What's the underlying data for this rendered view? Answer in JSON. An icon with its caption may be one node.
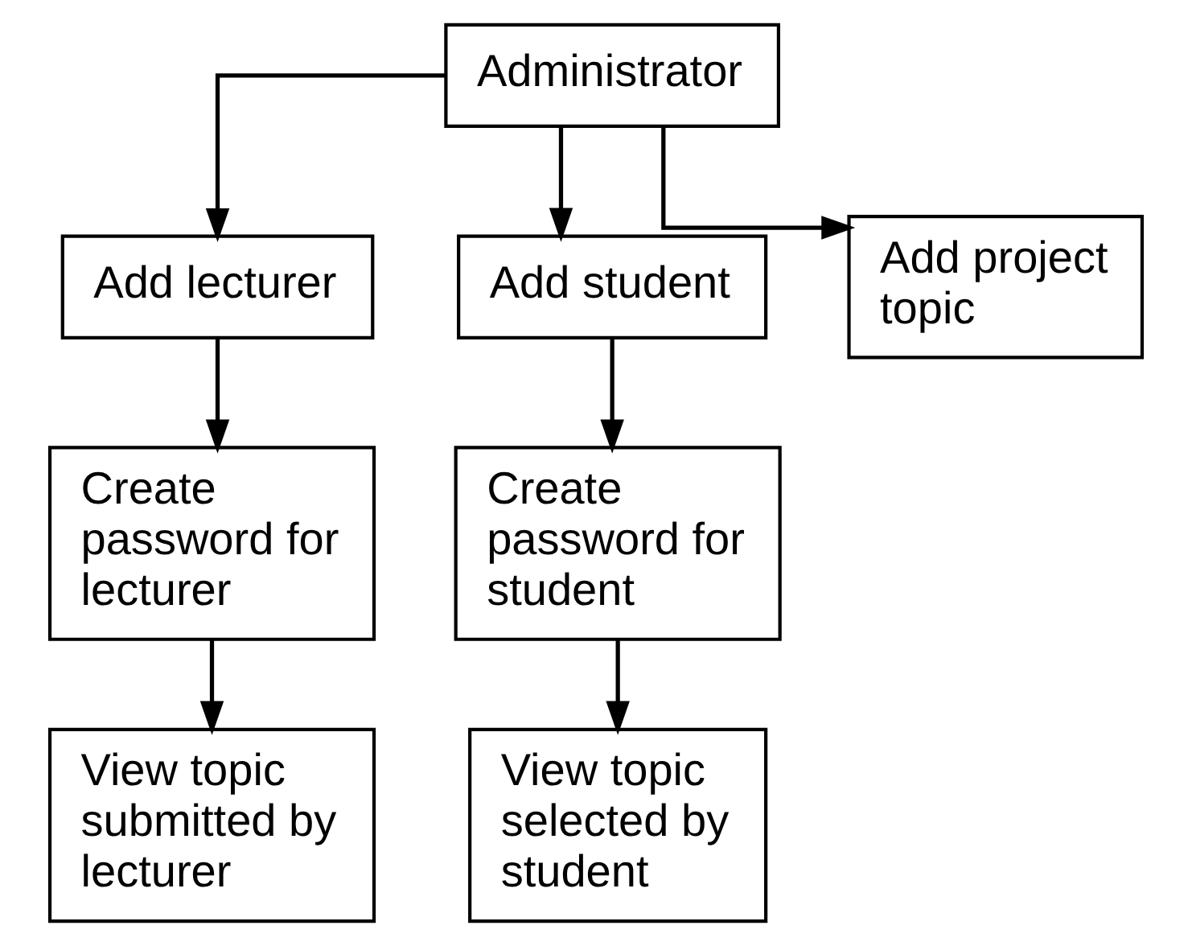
{
  "diagram": {
    "nodes": [
      {
        "text": [
          "Administrator"
        ]
      },
      {
        "text": [
          "Add lecturer"
        ]
      },
      {
        "text": [
          "Add student"
        ]
      },
      {
        "text": [
          "Add project topic"
        ]
      },
      {
        "text": [
          "Create password for lecturer"
        ]
      },
      {
        "text": [
          "Create password for student"
        ]
      },
      {
        "text": [
          "View topic submitted by lecturer"
        ]
      },
      {
        "text": [
          "View topic selected by student"
        ]
      }
    ],
    "edges": [
      {
        "from": 0,
        "to": 1,
        "arrow": "to"
      },
      {
        "from": 0,
        "to": 2,
        "arrow": "to"
      },
      {
        "from": 0,
        "to": 3,
        "arrow": "to"
      },
      {
        "from": 1,
        "to": 4,
        "arrow": "to"
      },
      {
        "from": 2,
        "to": 5,
        "arrow": "to"
      },
      {
        "from": 4,
        "to": 6,
        "arrow": "to"
      },
      {
        "from": 5,
        "to": 7,
        "arrow": "to"
      }
    ]
  }
}
